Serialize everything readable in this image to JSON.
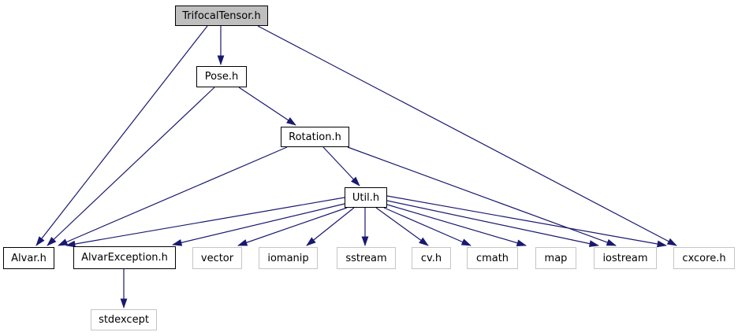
{
  "diagram": {
    "kind": "include-dependency-graph",
    "root_file": "TrifocalTensor.h",
    "edge_color": "#191970",
    "current_node_fill": "#bfbfbf",
    "internal_border_color": "#000000",
    "external_border_color": "#c5c5c5",
    "nodes": [
      {
        "id": "trifocal",
        "label": "TrifocalTensor.h",
        "kind": "current"
      },
      {
        "id": "pose",
        "label": "Pose.h",
        "kind": "internal"
      },
      {
        "id": "rotation",
        "label": "Rotation.h",
        "kind": "internal"
      },
      {
        "id": "util",
        "label": "Util.h",
        "kind": "internal"
      },
      {
        "id": "alvar",
        "label": "Alvar.h",
        "kind": "internal"
      },
      {
        "id": "alvarexception",
        "label": "AlvarException.h",
        "kind": "internal"
      },
      {
        "id": "stdexcept",
        "label": "stdexcept",
        "kind": "external"
      },
      {
        "id": "vector",
        "label": "vector",
        "kind": "external"
      },
      {
        "id": "iomanip",
        "label": "iomanip",
        "kind": "external"
      },
      {
        "id": "sstream",
        "label": "sstream",
        "kind": "external"
      },
      {
        "id": "cv",
        "label": "cv.h",
        "kind": "external"
      },
      {
        "id": "cmath",
        "label": "cmath",
        "kind": "external"
      },
      {
        "id": "map",
        "label": "map",
        "kind": "external"
      },
      {
        "id": "iostream",
        "label": "iostream",
        "kind": "external"
      },
      {
        "id": "cxcore",
        "label": "cxcore.h",
        "kind": "external"
      }
    ],
    "edges": [
      {
        "from": "trifocal",
        "to": "pose"
      },
      {
        "from": "trifocal",
        "to": "alvar"
      },
      {
        "from": "trifocal",
        "to": "cxcore"
      },
      {
        "from": "pose",
        "to": "rotation"
      },
      {
        "from": "pose",
        "to": "alvar"
      },
      {
        "from": "rotation",
        "to": "util"
      },
      {
        "from": "rotation",
        "to": "alvar"
      },
      {
        "from": "rotation",
        "to": "iostream"
      },
      {
        "from": "util",
        "to": "alvar"
      },
      {
        "from": "util",
        "to": "alvarexception"
      },
      {
        "from": "util",
        "to": "vector"
      },
      {
        "from": "util",
        "to": "iomanip"
      },
      {
        "from": "util",
        "to": "sstream"
      },
      {
        "from": "util",
        "to": "cv"
      },
      {
        "from": "util",
        "to": "cmath"
      },
      {
        "from": "util",
        "to": "map"
      },
      {
        "from": "util",
        "to": "iostream"
      },
      {
        "from": "util",
        "to": "cxcore"
      },
      {
        "from": "alvarexception",
        "to": "stdexcept"
      }
    ]
  }
}
